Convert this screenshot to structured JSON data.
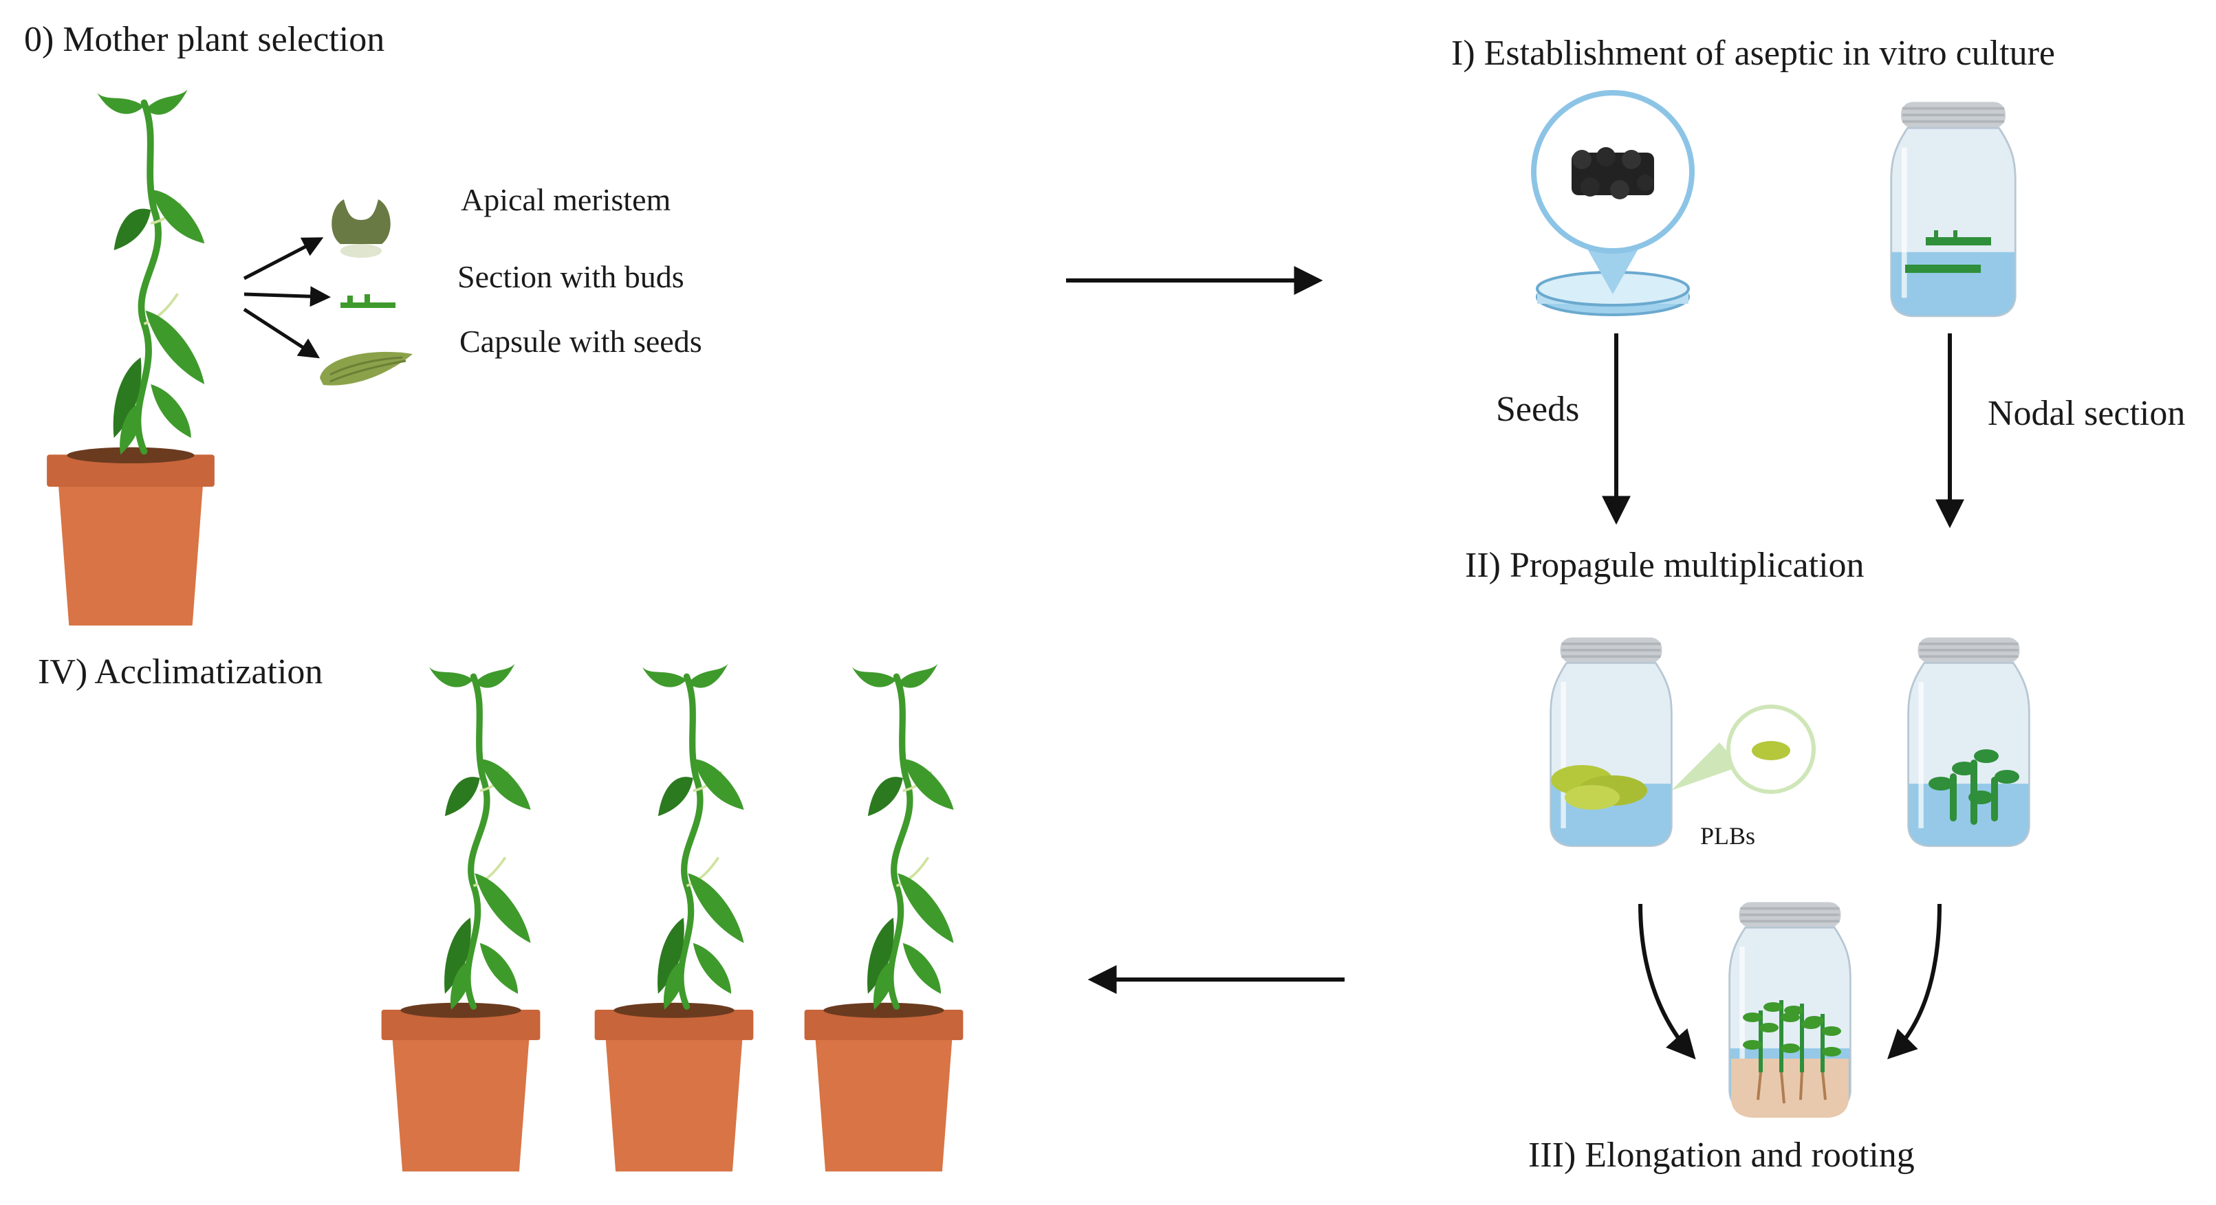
{
  "stages": {
    "mother": "0) Mother plant selection",
    "establishment": "I) Establishment of aseptic in vitro culture",
    "propagule": "II) Propagule multiplication",
    "elongation": "III) Elongation and rooting",
    "acclimatization": "IV) Acclimatization"
  },
  "explants": {
    "apical": "Apical meristem",
    "section": "Section with buds",
    "capsule": "Capsule with  seeds"
  },
  "paths": {
    "seeds": "Seeds",
    "nodal": "Nodal section"
  },
  "plbs": "PLBs",
  "colors": {
    "leaf": "#3f9a2c",
    "leaf_dark": "#2c7a1f",
    "pot": "#d87445",
    "pot_rim": "#c8653a",
    "soil": "#6b3b1f",
    "glass": "#e3edf4",
    "medium": "#8cc4e6",
    "lid": "#c9cdd1",
    "arrow": "#111111"
  },
  "icons": [
    "potted-plant-icon",
    "apical-meristem-icon",
    "bud-section-icon",
    "seed-capsule-icon",
    "petri-dish-icon",
    "magnifier-icon",
    "culture-jar-icon"
  ]
}
